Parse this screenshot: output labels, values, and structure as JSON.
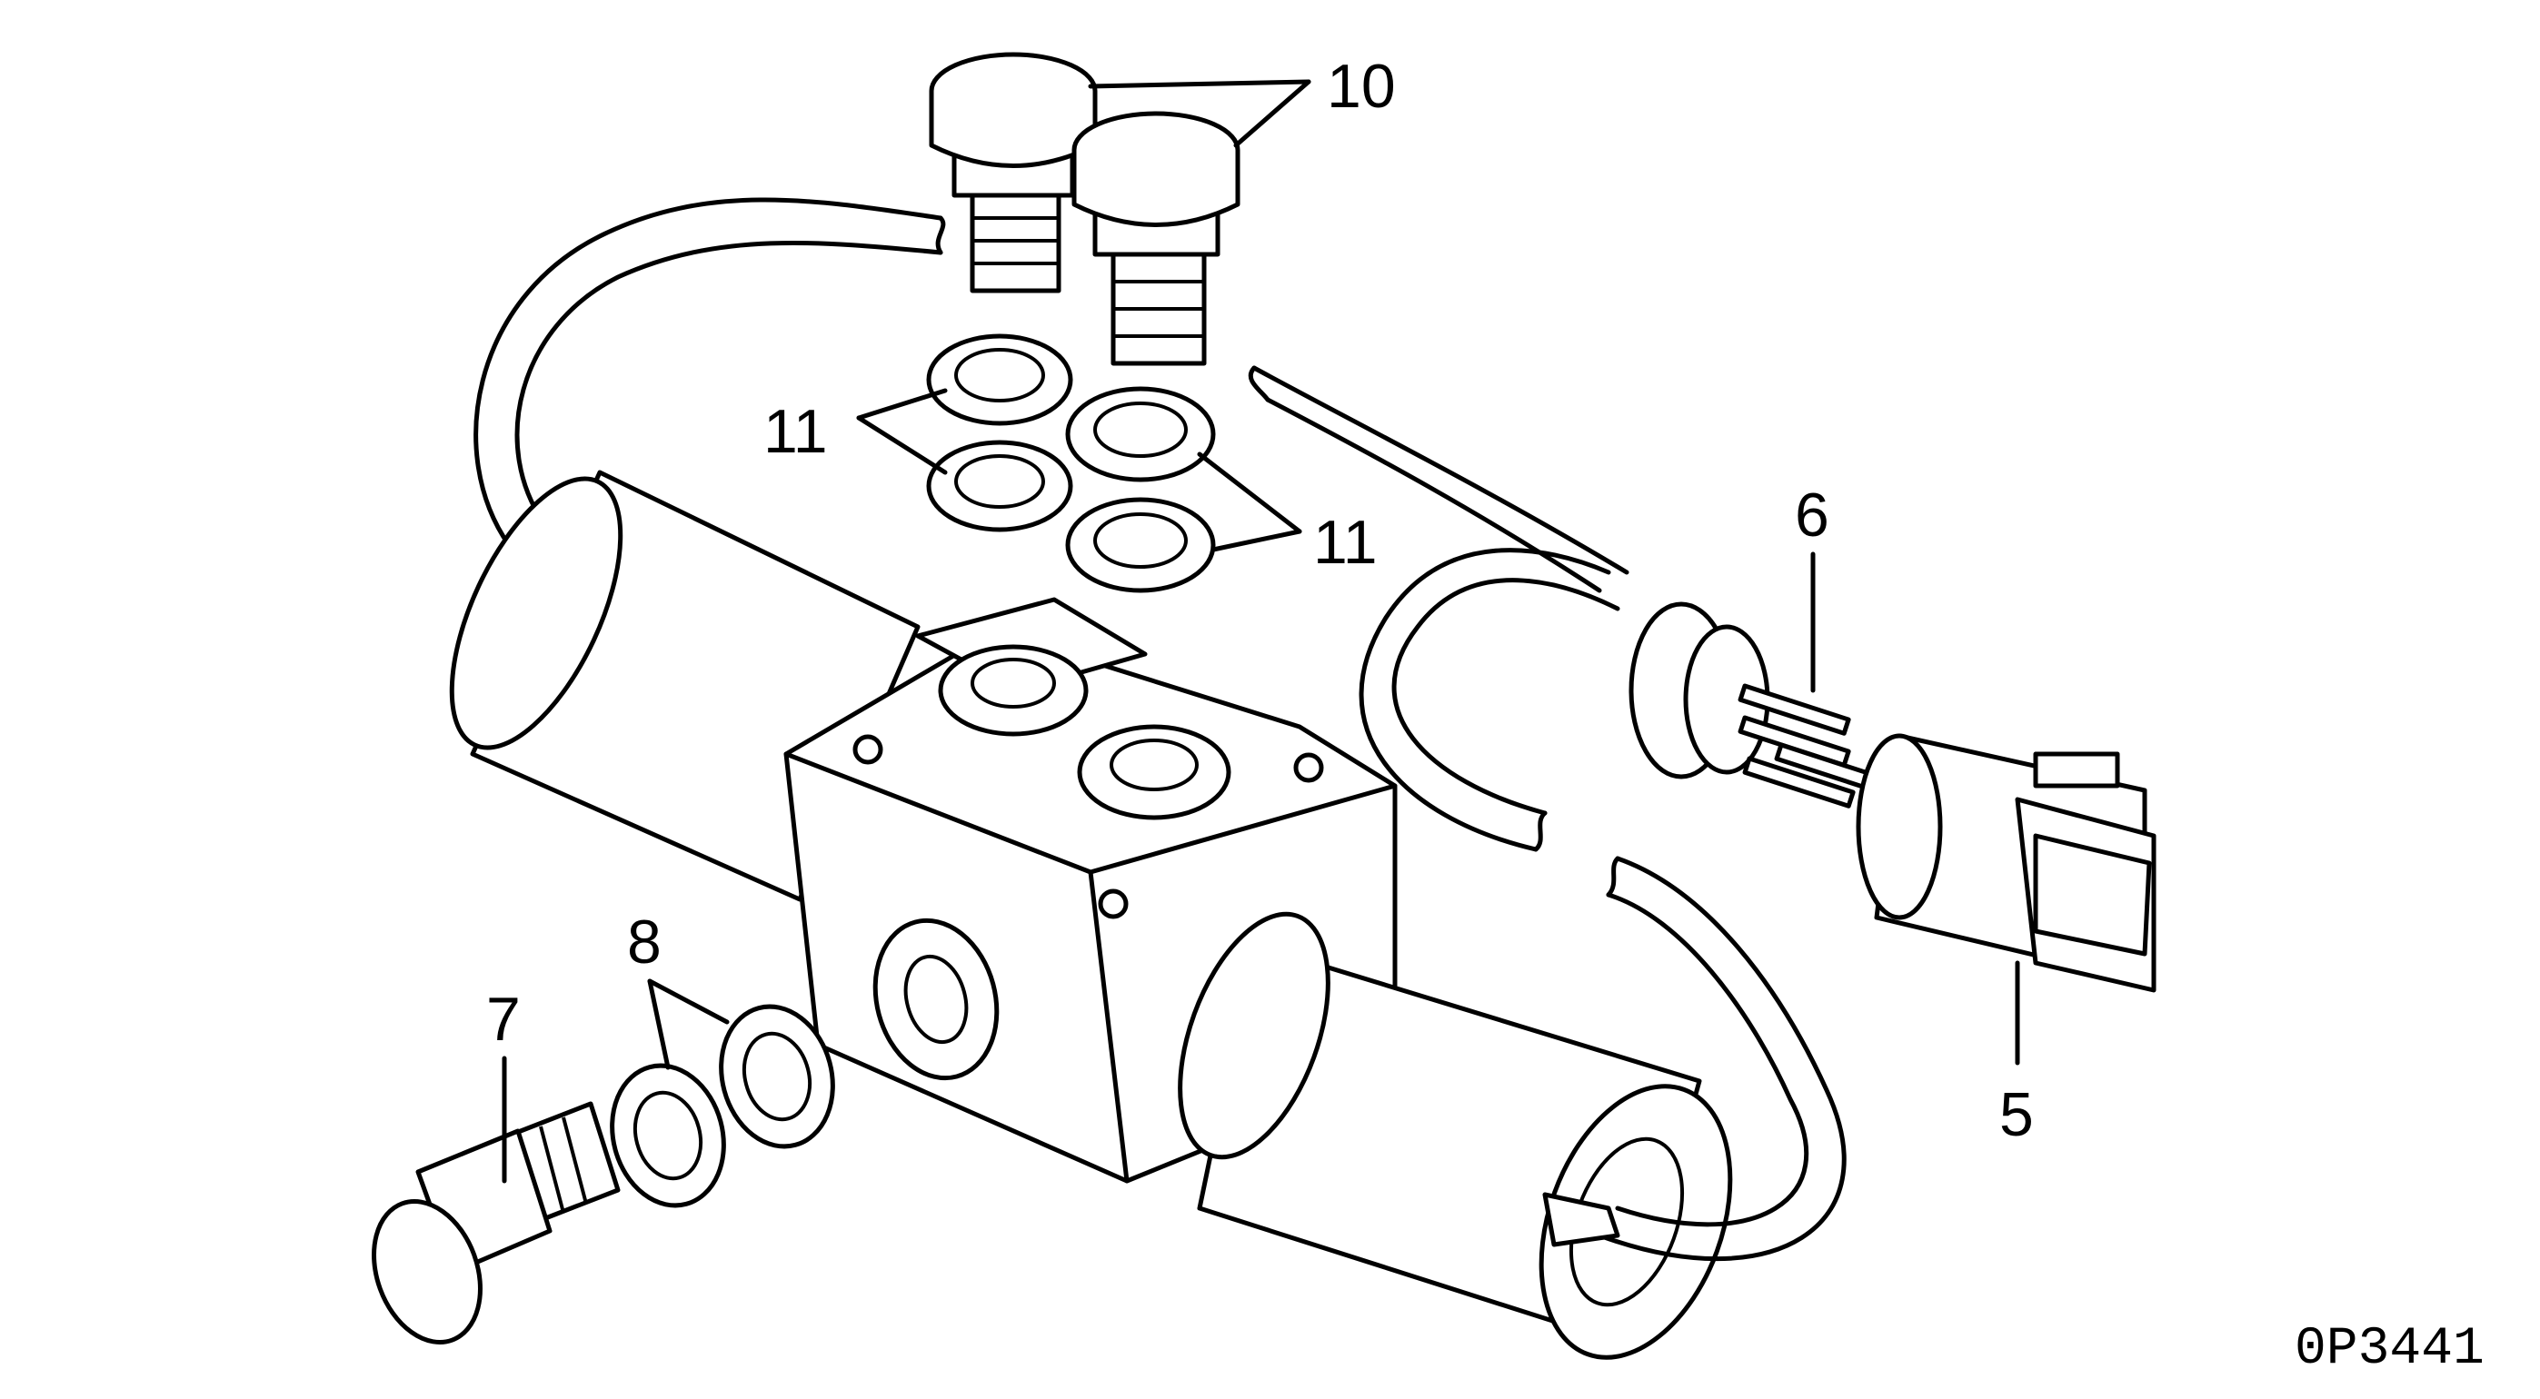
{
  "callouts": [
    {
      "id": "part-10",
      "label": "10"
    },
    {
      "id": "part-11-left",
      "label": "11"
    },
    {
      "id": "part-11-right",
      "label": "11"
    },
    {
      "id": "part-6",
      "label": "6"
    },
    {
      "id": "part-8",
      "label": "8"
    },
    {
      "id": "part-7",
      "label": "7"
    },
    {
      "id": "part-5",
      "label": "5"
    }
  ],
  "drawing_ref": "0P3441"
}
